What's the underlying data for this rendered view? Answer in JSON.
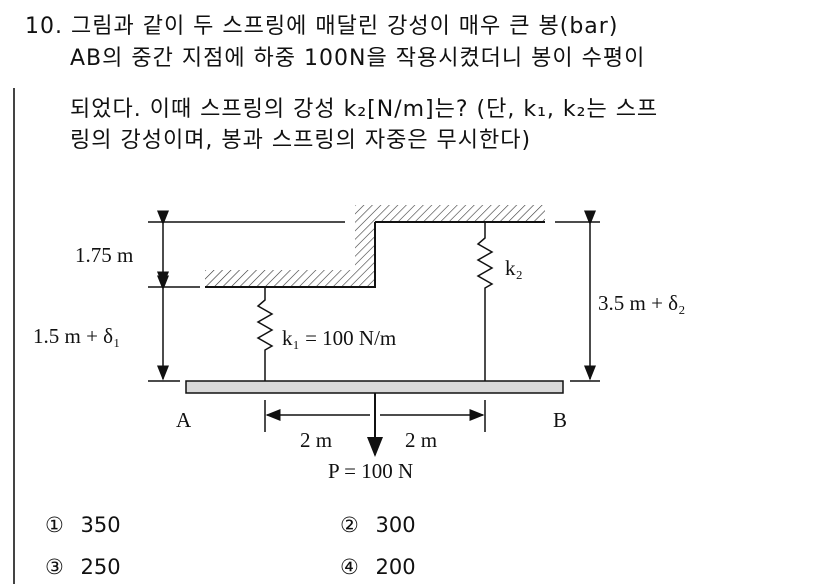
{
  "question": {
    "number": "10.",
    "lines": [
      "그림과 같이 두 스프링에 매달린 강성이 매우 큰 봉(bar)",
      "AB의 중간 지점에 하중 100N을 작용시켰더니 봉이 수평이",
      "되었다. 이때 스프링의 강성 k₂[N/m]는? (단, k₁, k₂는 스프",
      "링의 강성이며, 봉과 스프링의 자중은 무시한다)"
    ]
  },
  "figure": {
    "dim_top_left": "1.75 m",
    "dim_bottom_left": "1.5 m + δ₁",
    "dim_right": "3.5 m + δ₂",
    "spring1_label": "k₁ = 100 N/m",
    "spring2_label": "k₂",
    "point_a": "A",
    "point_b": "B",
    "dist_left": "2 m",
    "dist_right": "2 m",
    "load": "P = 100 N"
  },
  "choices": [
    {
      "mark": "①",
      "value": "350"
    },
    {
      "mark": "②",
      "value": "300"
    },
    {
      "mark": "③",
      "value": "250"
    },
    {
      "mark": "④",
      "value": "200"
    }
  ]
}
